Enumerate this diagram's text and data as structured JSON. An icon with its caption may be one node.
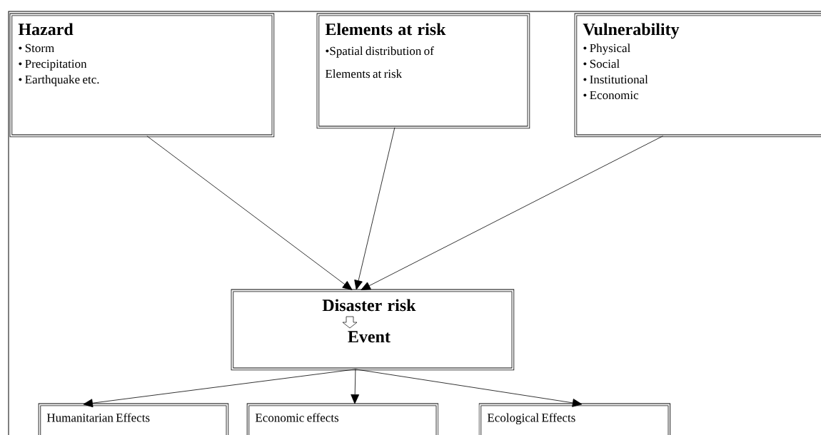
{
  "diagram": {
    "nodes": [
      {
        "text": [
          "Hazard",
          "• Storm",
          "• Precipitation",
          "• Earthquake etc."
        ]
      },
      {
        "text": [
          "Elements at risk",
          "•Spatial distribution of Elements at risk"
        ]
      },
      {
        "text": [
          "Vulnerability",
          "• Physical",
          "• Social",
          "• Institutional",
          "• Economic"
        ]
      },
      {
        "text": [
          "Disaster risk",
          "Event"
        ]
      },
      {
        "text": [
          "Humanitarian Effects"
        ]
      },
      {
        "text": [
          "Economic effects"
        ]
      },
      {
        "text": [
          "Ecological Effects"
        ]
      }
    ],
    "edges": [
      {
        "from": 0,
        "to": 3,
        "arrow": "to"
      },
      {
        "from": 1,
        "to": 3,
        "arrow": "to"
      },
      {
        "from": 2,
        "to": 3,
        "arrow": "to"
      },
      {
        "from": 3,
        "to": 4,
        "arrow": "to"
      },
      {
        "from": 3,
        "to": 5,
        "arrow": "to"
      },
      {
        "from": 3,
        "to": 6,
        "arrow": "to"
      }
    ]
  }
}
